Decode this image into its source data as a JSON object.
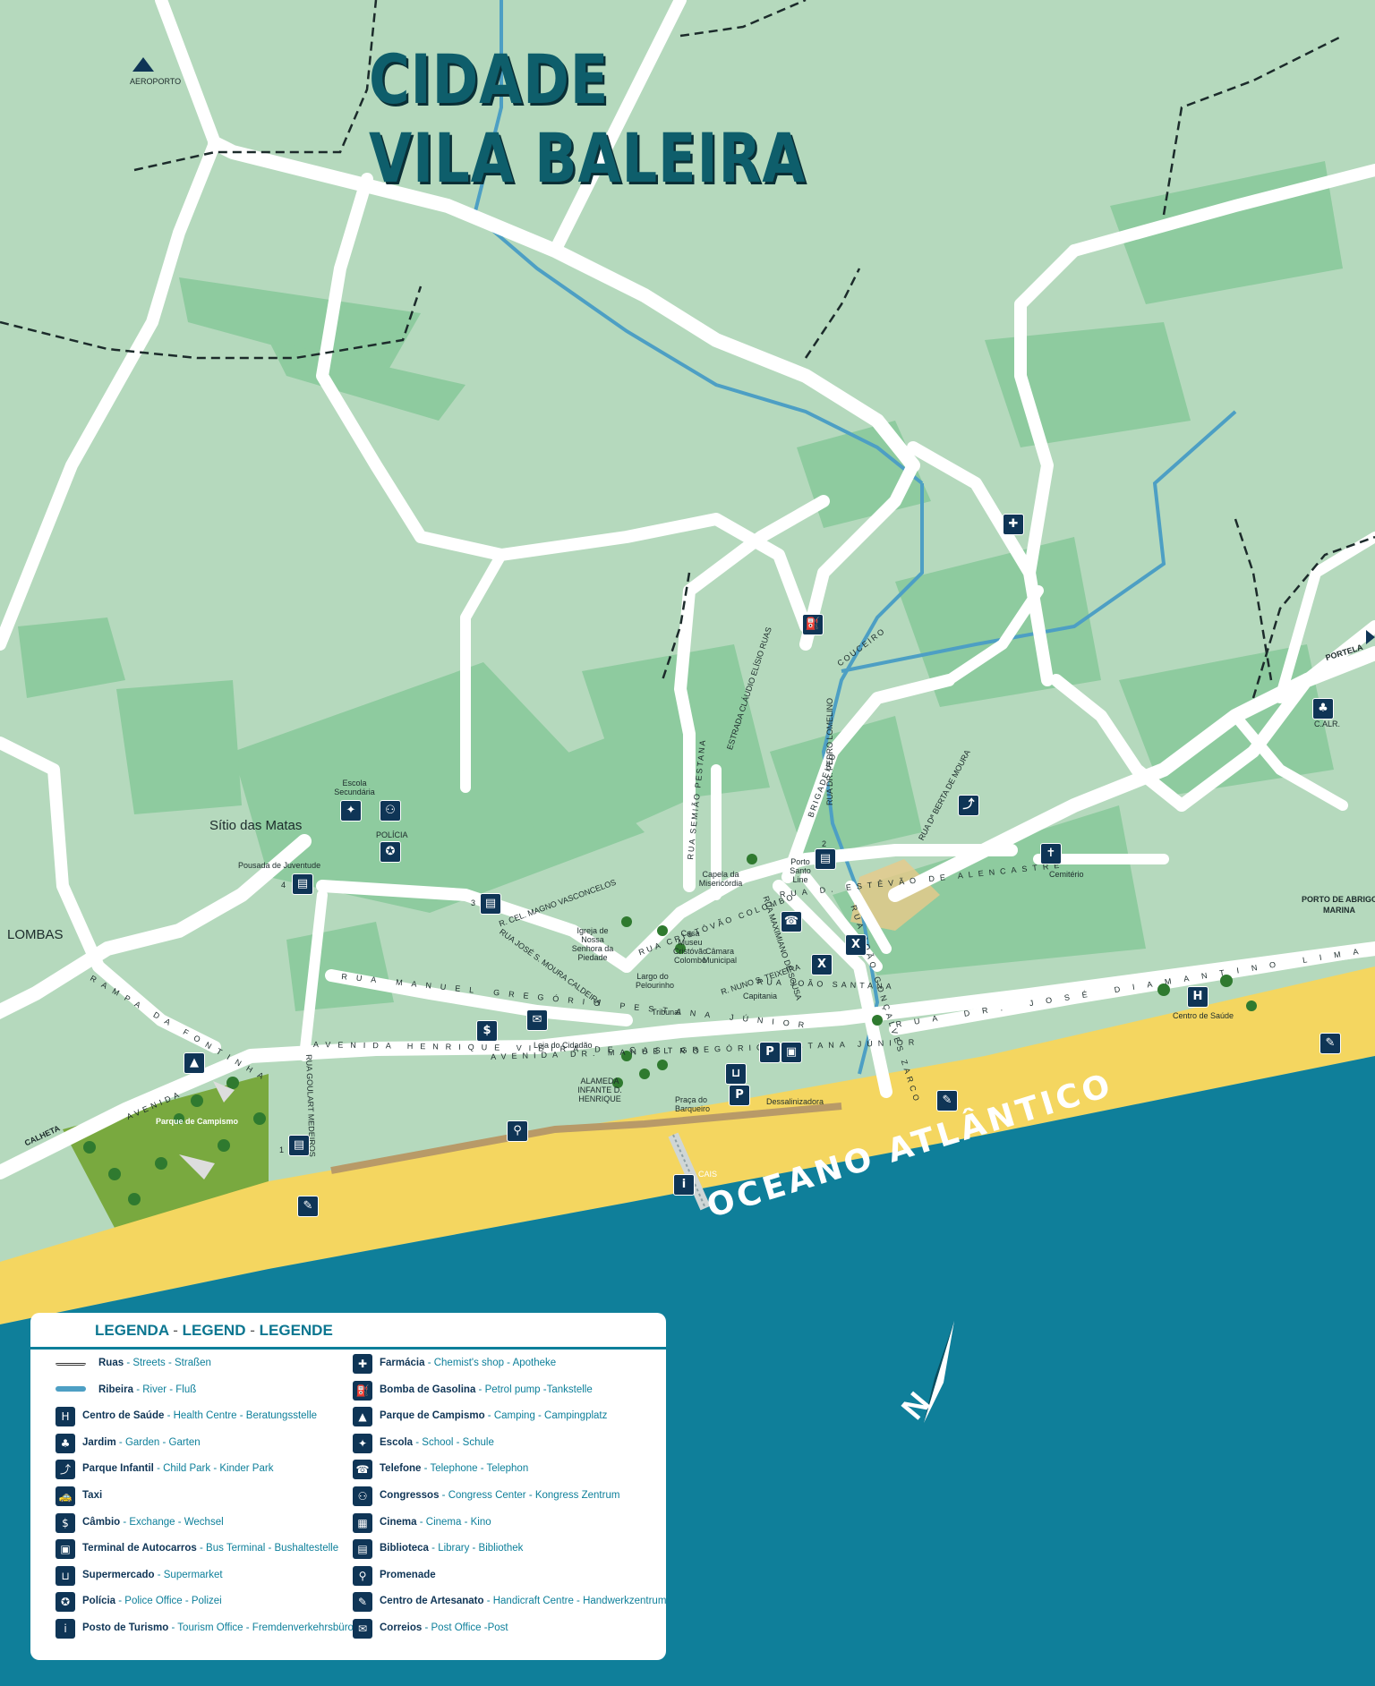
{
  "title": {
    "line1": "CIDADE",
    "line2": "VILA BALEIRA"
  },
  "ocean_label": "OCEANO ATLÂNTICO",
  "north_label": "N",
  "map_labels": {
    "aeroporto": "AEROPORTO",
    "sitio": "Sítio das Matas",
    "lombas": "LOMBAS",
    "portela": "PORTELA",
    "porto_abrigo": "PORTO DE ABRIGO",
    "marina": "MARINA",
    "calheta": "CALHETA",
    "escola": "Escola Secundária",
    "policia": "POLÍCIA",
    "pousada": "Pousada de Juventude",
    "cemiterio": "Cemitério",
    "centro_saude": "Centro de Saúde",
    "parque_campismo": "Parque de Campismo",
    "loja": "Loja do Cidadão",
    "alameda": "ALAMEDA INFANTE D. HENRIQUE",
    "praca": "Praça do Barqueiro",
    "dessalinizadora": "Dessalinizadora",
    "cais": "CAIS",
    "capela": "Capela da Misericórdia",
    "igreja": "Igreja de Nossa Senhora da Piedade",
    "casa_museu": "Casa Museu Cristóvão Colombo",
    "camara": "Câmara Municipal",
    "capitania": "Capitania",
    "tribunal": "Tribunal",
    "largo": "Largo do Pelourinho",
    "porto_santo_line": "Porto Santo Line",
    "cale": "C.ALR.",
    "n1": "1",
    "n2": "2",
    "n3": "3",
    "n4": "4"
  },
  "street_labels": {
    "couceiro": "COUCEIRO",
    "brigadeiro": "BRIGADEIRO",
    "rua_d_estevao": "RUA D. ESTÊVÃO DE ALENCASTRE",
    "rua_dr_pedro": "RUA DR. PEDRO LOMELINO",
    "rua_berta": "RUA Dª BERTA DE MOURA",
    "rua_semiao": "RUA SEMIÃO PESTANA",
    "estrada_claudio": "ESTRADA CLÁUDIO ELÍSIO RUAS",
    "rua_joao_goncalves": "RUA JOÃO GONÇALVES ZARCO",
    "rua_dr_jose": "RUA DR. JOSÉ DIAMANTINO LIMA",
    "rua_manuel": "RUA MANUEL GREGÓRIO PESTANA JÚNIOR",
    "avenida_henrique": "AVENIDA HENRIQUE VIEIRA DE CASTRO",
    "avenida_dr_manuel": "AVENIDA DR. MANUEL GREGÓRIO PESTANA JÚNIOR",
    "rampa": "RAMPA DA FONTINHA",
    "avenida": "AVENIDA",
    "rua_goulart": "RUA GOULART MEDEIROS",
    "rua_cristovao": "RUA CRISTÓVÃO COLOMBO",
    "rua_maximiano": "RUA MAXIMIANO DE SOUSA",
    "rua_joao_santana": "RUA JOÃO SANTANA",
    "rua_magno": "R. CEL. MAGNO VASCONCELOS",
    "rua_jose_moura": "RUA JOSÉ S. MOURA CALDEIRA",
    "rua_nuno": "R. NUNO S. TEIXEIRA"
  },
  "colors": {
    "land": "#b5d9bd",
    "built": "#8ecb9f",
    "road": "#ffffff",
    "river": "#4d9fc4",
    "sand": "#f4d660",
    "sea": "#0f7f9a",
    "park": "#79a93f",
    "icon": "#0f3556",
    "title": "#0e5e6b",
    "legend_text": "#0d7f9a"
  },
  "legend": {
    "title_pt": "LEGENDA",
    "title_en": "LEGEND",
    "title_de": "LEGENDE",
    "sep": "-",
    "left": [
      {
        "icon": "road-icon",
        "glyph": "",
        "pt": "Ruas",
        "rest": " - Streets - Straßen"
      },
      {
        "icon": "river-icon",
        "glyph": "",
        "pt": "Ribeira",
        "rest": " - River - Fluß"
      },
      {
        "icon": "hospital-icon",
        "glyph": "H",
        "pt": "Centro de Saúde",
        "rest": " - Health Centre - Beratungsstelle"
      },
      {
        "icon": "garden-icon",
        "glyph": "♣",
        "pt": "Jardim",
        "rest": " - Garden - Garten"
      },
      {
        "icon": "playground-icon",
        "glyph": "⤴",
        "pt": "Parque Infantil",
        "rest": " - Child Park - Kinder Park"
      },
      {
        "icon": "taxi-icon",
        "glyph": "🚕",
        "pt": "Taxi",
        "rest": ""
      },
      {
        "icon": "exchange-icon",
        "glyph": "$",
        "pt": "Câmbio",
        "rest": " - Exchange - Wechsel"
      },
      {
        "icon": "bus-icon",
        "glyph": "▣",
        "pt": "Terminal de Autocarros",
        "rest": " - Bus Terminal - Bushaltestelle"
      },
      {
        "icon": "supermarket-icon",
        "glyph": "⊔",
        "pt": "Supermercado",
        "rest": " - Supermarket"
      },
      {
        "icon": "police-icon",
        "glyph": "✪",
        "pt": "Polícia",
        "rest": " - Police Office - Polizei"
      },
      {
        "icon": "tourism-icon",
        "glyph": "i",
        "pt": "Posto de Turismo",
        "rest": " - Tourism Office - Fremdenverkehrsbüro"
      }
    ],
    "right": [
      {
        "icon": "pharmacy-icon",
        "glyph": "✚",
        "pt": "Farmácia",
        "rest": " - Chemist's shop - Apotheke"
      },
      {
        "icon": "fuel-icon",
        "glyph": "⛽",
        "pt": "Bomba de Gasolina",
        "rest": " - Petrol pump -Tankstelle"
      },
      {
        "icon": "camping-icon",
        "glyph": "▲",
        "pt": "Parque de Campismo",
        "rest": " - Camping - Campingplatz"
      },
      {
        "icon": "school-icon",
        "glyph": "✦",
        "pt": "Escola",
        "rest": " - School - Schule"
      },
      {
        "icon": "telephone-icon",
        "glyph": "☎",
        "pt": "Telefone",
        "rest": " - Telephone - Telephon"
      },
      {
        "icon": "congress-icon",
        "glyph": "⚇",
        "pt": "Congressos",
        "rest": " - Congress Center - Kongress Zentrum"
      },
      {
        "icon": "cinema-icon",
        "glyph": "▦",
        "pt": "Cinema",
        "rest": " - Cinema - Kino"
      },
      {
        "icon": "library-icon",
        "glyph": "▤",
        "pt": "Biblioteca",
        "rest": " - Library - Bibliothek"
      },
      {
        "icon": "promenade-icon",
        "glyph": "⚲",
        "pt": "Promenade",
        "rest": ""
      },
      {
        "icon": "handicraft-icon",
        "glyph": "✎",
        "pt": "Centro de Artesanato",
        "rest": " - Handicraft Centre - Handwerkzentrum"
      },
      {
        "icon": "post-icon",
        "glyph": "✉",
        "pt": "Correios",
        "rest": " - Post Office -Post"
      }
    ]
  },
  "map_icons": [
    {
      "name": "pharmacy-icon",
      "glyph": "✚"
    },
    {
      "name": "fuel-icon",
      "glyph": "⛽"
    },
    {
      "name": "camping-icon",
      "glyph": "▲"
    },
    {
      "name": "school-icon",
      "glyph": "✦"
    },
    {
      "name": "congress-icon",
      "glyph": "⚇"
    },
    {
      "name": "police-icon",
      "glyph": "✪"
    },
    {
      "name": "library-icon",
      "glyph": "▤"
    },
    {
      "name": "library-icon-2",
      "glyph": "▤"
    },
    {
      "name": "library-icon-3",
      "glyph": "▤"
    },
    {
      "name": "library-icon-4",
      "glyph": "▤"
    },
    {
      "name": "playground-icon",
      "glyph": "⤴"
    },
    {
      "name": "hospital-icon",
      "glyph": "H"
    },
    {
      "name": "cemetery-icon",
      "glyph": "✝"
    },
    {
      "name": "telephone-icon",
      "glyph": "☎"
    },
    {
      "name": "taxi-icon",
      "glyph": "X"
    },
    {
      "name": "taxi-icon-2",
      "glyph": "X"
    },
    {
      "name": "exchange-icon",
      "glyph": "$"
    },
    {
      "name": "post-icon",
      "glyph": "✉"
    },
    {
      "name": "parking-icon",
      "glyph": "P"
    },
    {
      "name": "parking-icon-2",
      "glyph": "P"
    },
    {
      "name": "bus-icon",
      "glyph": "▣"
    },
    {
      "name": "supermarket-icon",
      "glyph": "⊔"
    },
    {
      "name": "promenade-icon",
      "glyph": "⚲"
    },
    {
      "name": "handicraft-icon",
      "glyph": "✎"
    },
    {
      "name": "handicraft-icon-2",
      "glyph": "✎"
    },
    {
      "name": "handicraft-icon-3",
      "glyph": "✎"
    },
    {
      "name": "tourism-icon",
      "glyph": "i"
    },
    {
      "name": "garden-icon",
      "glyph": "♣"
    }
  ]
}
